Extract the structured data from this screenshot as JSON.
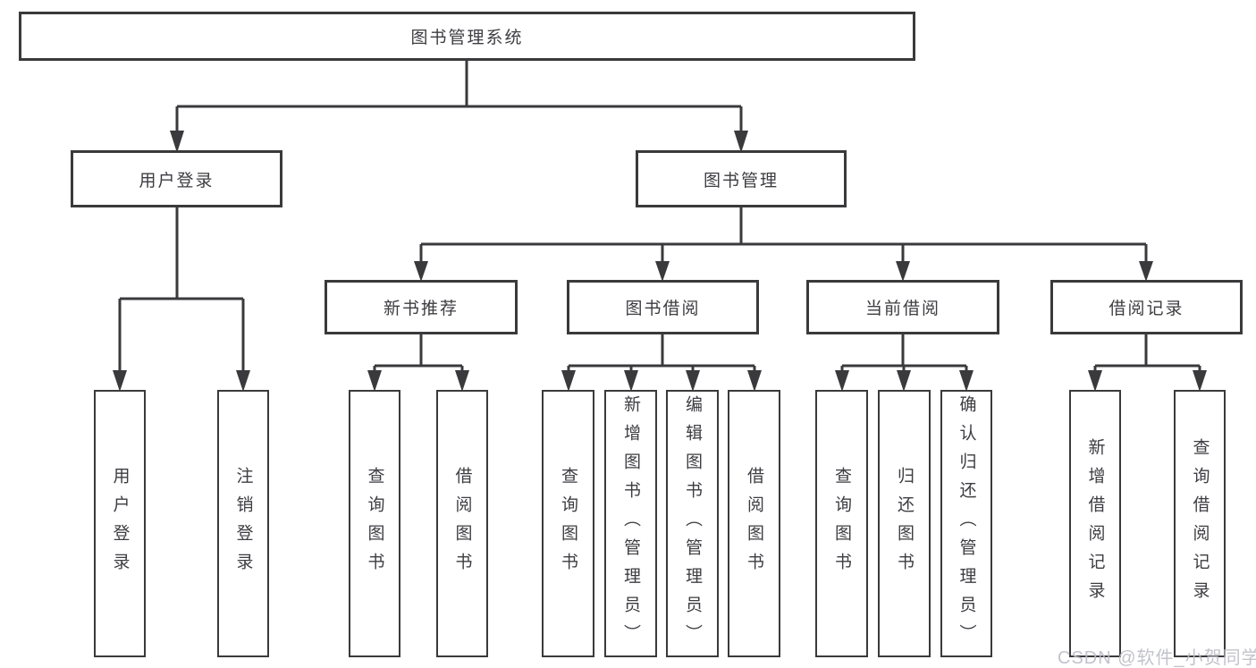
{
  "tree": {
    "label": "图书管理系统",
    "children": [
      {
        "label": "用户登录",
        "children": [
          {
            "label": "用户登录"
          },
          {
            "label": "注销登录"
          }
        ]
      },
      {
        "label": "图书管理",
        "children": [
          {
            "label": "新书推荐",
            "children": [
              {
                "label": "查询图书"
              },
              {
                "label": "借阅图书"
              }
            ]
          },
          {
            "label": "图书借阅",
            "children": [
              {
                "label": "查询图书"
              },
              {
                "label": "新增图书（管理员）"
              },
              {
                "label": "编辑图书（管理员）"
              },
              {
                "label": "借阅图书"
              }
            ]
          },
          {
            "label": "当前借阅",
            "children": [
              {
                "label": "查询图书"
              },
              {
                "label": "归还图书"
              },
              {
                "label": "确认归还（管理员）"
              }
            ]
          },
          {
            "label": "借阅记录",
            "children": [
              {
                "label": "新增借阅记录"
              },
              {
                "label": "查询借阅记录"
              }
            ]
          }
        ]
      }
    ]
  },
  "watermark": "CSDN @软件_小贺同学",
  "colors": {
    "line": "#3a3a3c",
    "text": "#3d3d42",
    "watermark": "#bbbbc7",
    "background": "#ffffff"
  }
}
